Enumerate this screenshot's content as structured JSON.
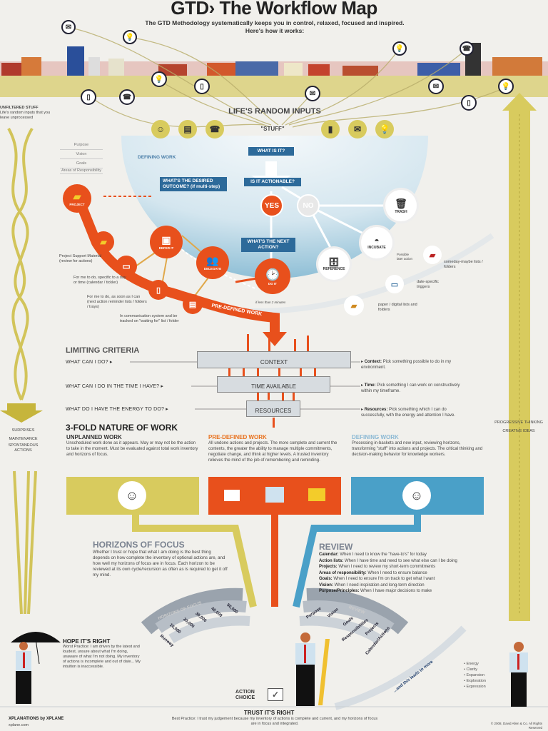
{
  "header": {
    "logo": "GTD",
    "title": "The Workflow Map",
    "subtitle": "The GTD Methodology systematically keeps you in control, relaxed, focused and inspired. Here's how it works:"
  },
  "colors": {
    "yellow": "#d8cb5e",
    "orange": "#e8501c",
    "blue": "#4aa0c8",
    "navy": "#2d6a9a",
    "background": "#f1f0ec"
  },
  "left_column": {
    "heading": "UNFILTERED STUFF",
    "text": "Life's random inputs that you leave unprocessed",
    "items": [
      "SURPRISES",
      "MAINTENANCE",
      "SPONTANEOUS ACTIONS"
    ]
  },
  "right_column": {
    "items": [
      "PROGRESSIVE THINKING",
      "CREATIVE IDEAS"
    ]
  },
  "inputs": {
    "title": "LIFE'S RANDOM INPUTS",
    "stuff": "\"STUFF\"",
    "icons": [
      "person-icon",
      "paper-stack-icon",
      "phone-icon",
      "note-icon",
      "envelope-icon",
      "lightbulb-icon"
    ]
  },
  "horizons_list": [
    "Purpose",
    "Vision",
    "Goals",
    "Areas of Responsibility"
  ],
  "defining": {
    "label": "DEFINING WORK",
    "what_is_it": "WHAT IS IT?",
    "actionable": "IS IT ACTIONABLE?",
    "yes": "YES",
    "no": "NO",
    "outcome": "WHAT'S THE DESIRED OUTCOME? (if multi-step)",
    "next_action": "WHAT'S THE NEXT ACTION?",
    "trash": "TRASH",
    "incubate": "INCUBATE",
    "reference": "REFERENCE",
    "possible": "Possible later action",
    "someday": "someday-maybe lists / folders",
    "date_triggers": "date-specific triggers",
    "paper": "paper / digital lists and folders",
    "do_it": "DO IT",
    "two_min": "if less than 2 minutes",
    "delegate": "DELEGATE",
    "defer": "DEFER IT",
    "project": "PROJECT"
  },
  "predefined": {
    "label": "PRE-DEFINED WORK",
    "notes": [
      "Project Support Material (review for actions)",
      "For me to do, specific to a day or time (calendar / tickler)",
      "For me to do, as soon as I can (next action reminder lists / folders / trays)",
      "In communication system and be tracked on \"waiting for\" list / folder"
    ]
  },
  "limiting": {
    "title": "LIMITING CRITERIA",
    "rows": [
      {
        "q": "WHAT CAN I DO?",
        "bar": "CONTEXT",
        "term": "Context:",
        "desc": "Pick something possible to do in my environment."
      },
      {
        "q": "WHAT CAN I DO IN THE TIME I HAVE?",
        "bar": "TIME AVAILABLE",
        "term": "Time:",
        "desc": "Pick something I can work on constructively within my timeframe."
      },
      {
        "q": "WHAT DO I HAVE THE ENERGY TO DO?",
        "bar": "RESOURCES",
        "term": "Resources:",
        "desc": "Pick something which I can do successfully, with the energy and attention I have."
      }
    ]
  },
  "threefold": {
    "title": "3-FOLD NATURE OF WORK",
    "cols": [
      {
        "title": "UNPLANNED WORK",
        "text": "Unscheduled work done as it appears. May or may not be the action to take in the moment. Must be evaluated against total work inventory and horizons of focus."
      },
      {
        "title": "PRE-DEFINED WORK",
        "text": "All undone actions and projects. The more complete and current the contents, the greater the ability to manage multiple commitments, negotiate change, and think at higher levels. A trusted inventory relieves the mind of the job of remembering and reminding."
      },
      {
        "title": "DEFINING WORK",
        "text": "Processing in-baskets and new input, reviewing horizons, transforming \"stuff\" into actions and projects. The critical thinking and decision-making behavior for knowledge workers."
      }
    ]
  },
  "horizons": {
    "title": "HORIZONS OF FOCUS",
    "text": "Whether I trust or hope that what I am doing is the best thing depends on how complete the inventory of optional actions are, and how well my horizons of focus are in focus. Each horizon to be reviewed at its own cycle/recursion as often as is required to get it off my mind.",
    "fan_label": "HORIZONS OF FOCUS",
    "levels": [
      "Runway",
      "10,000",
      "20,000",
      "30,000",
      "40,000",
      "50,000"
    ]
  },
  "review": {
    "title": "REVIEW",
    "items": [
      {
        "term": "Calendar:",
        "text": "When I need to know the \"have-to's\" for today"
      },
      {
        "term": "Action lists:",
        "text": "When I have time and need to see what else can I be doing"
      },
      {
        "term": "Projects:",
        "text": "When I need to review my short-term commitments"
      },
      {
        "term": "Areas of responsibility:",
        "text": "When I need to ensure balance"
      },
      {
        "term": "Goals:",
        "text": "When I need to ensure I'm on track to get what I want"
      },
      {
        "term": "Vision:",
        "text": "When I need inspiration and long-term direction"
      },
      {
        "term": "Purpose/Principles:",
        "text": "When I have major decisions to make"
      }
    ],
    "fan_label": "REVIEW",
    "levels": [
      "Calendar/Actions",
      "Projects",
      "Responsibilities",
      "Goals",
      "Vision",
      "Purpose"
    ]
  },
  "bottom": {
    "hope_title": "HOPE IT'S RIGHT",
    "hope_text": "Worst Practice: I am driven by the latest and loudest, unsure about what I'm doing, unaware of what I'm not doing. My inventory of actions is incomplete and out of date... My intuition is inaccessible.",
    "action_choice": "ACTION CHOICE",
    "trust_title": "TRUST IT'S RIGHT",
    "trust_text": "Best Practice: I trust my judgement because my inventory of actions is complete and current, and my horizons of focus are in focus and integrated.",
    "leads": "...and this leads to more",
    "more": [
      "Energy",
      "Clarity",
      "Expansion",
      "Exploration",
      "Expression"
    ],
    "brand": "XPLANATIONS by XPLANE",
    "brand_url": "xplane.com",
    "copyright": "© 2008, David Allen & Co. All Rights Reserved"
  }
}
